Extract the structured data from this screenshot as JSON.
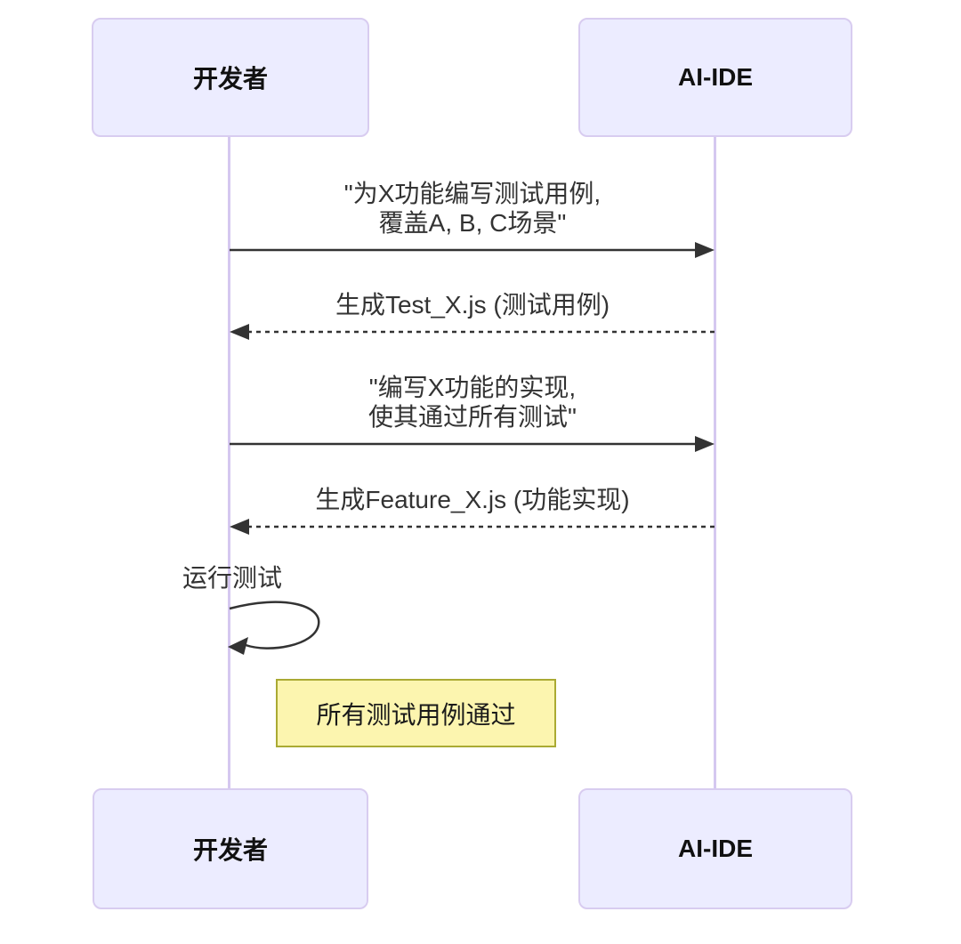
{
  "diagram": {
    "type": "sequence",
    "actors": [
      {
        "id": "developer",
        "label": "开发者"
      },
      {
        "id": "ai-ide",
        "label": "AI-IDE"
      }
    ],
    "messages": [
      {
        "type": "solid",
        "from": "developer",
        "to": "ai-ide",
        "lines": [
          "\"为X功能编写测试用例,",
          "覆盖A, B, C场景\""
        ]
      },
      {
        "type": "dashed",
        "from": "ai-ide",
        "to": "developer",
        "lines": [
          "生成Test_X.js (测试用例)"
        ]
      },
      {
        "type": "solid",
        "from": "developer",
        "to": "ai-ide",
        "lines": [
          "\"编写X功能的实现,",
          "使其通过所有测试\""
        ]
      },
      {
        "type": "dashed",
        "from": "ai-ide",
        "to": "developer",
        "lines": [
          "生成Feature_X.js (功能实现)"
        ]
      },
      {
        "type": "self",
        "from": "developer",
        "to": "developer",
        "lines": [
          "运行测试"
        ]
      }
    ],
    "note": {
      "position": "over developer",
      "text": "所有测试用例通过"
    }
  },
  "colors": {
    "actor-fill": "#ECECFF",
    "actor-border": "#D8CCF0",
    "actor-text": "#111111",
    "lifeline": "#D5C8F0",
    "message-text": "#333333",
    "arrow": "#333333",
    "note-fill": "#FCF5AF",
    "note-border": "#AAAA33",
    "background": "#FFFFFF"
  }
}
